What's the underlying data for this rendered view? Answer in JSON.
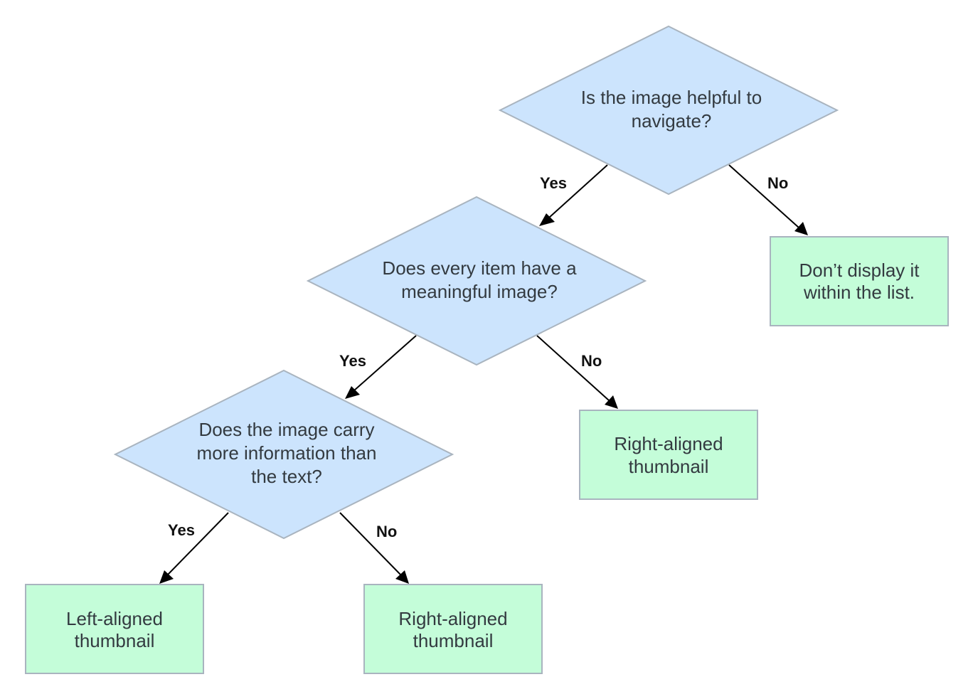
{
  "diagram": {
    "decisions": {
      "q1": {
        "lines": [
          "Is the image helpful to",
          "navigate?"
        ]
      },
      "q2": {
        "lines": [
          "Does every item have a",
          "meaningful image?"
        ]
      },
      "q3": {
        "lines": [
          "Does the image carry",
          "more information than",
          "the text?"
        ]
      }
    },
    "outcomes": {
      "dont_display": {
        "lines": [
          "Don’t display it",
          "within the list."
        ]
      },
      "right_aligned_1": {
        "lines": [
          "Right-aligned",
          "thumbnail"
        ]
      },
      "left_aligned": {
        "lines": [
          "Left-aligned",
          "thumbnail"
        ]
      },
      "right_aligned_2": {
        "lines": [
          "Right-aligned",
          "thumbnail"
        ]
      }
    },
    "edges": {
      "q1_yes": "Yes",
      "q1_no": "No",
      "q2_yes": "Yes",
      "q2_no": "No",
      "q3_yes": "Yes",
      "q3_no": "No"
    }
  }
}
